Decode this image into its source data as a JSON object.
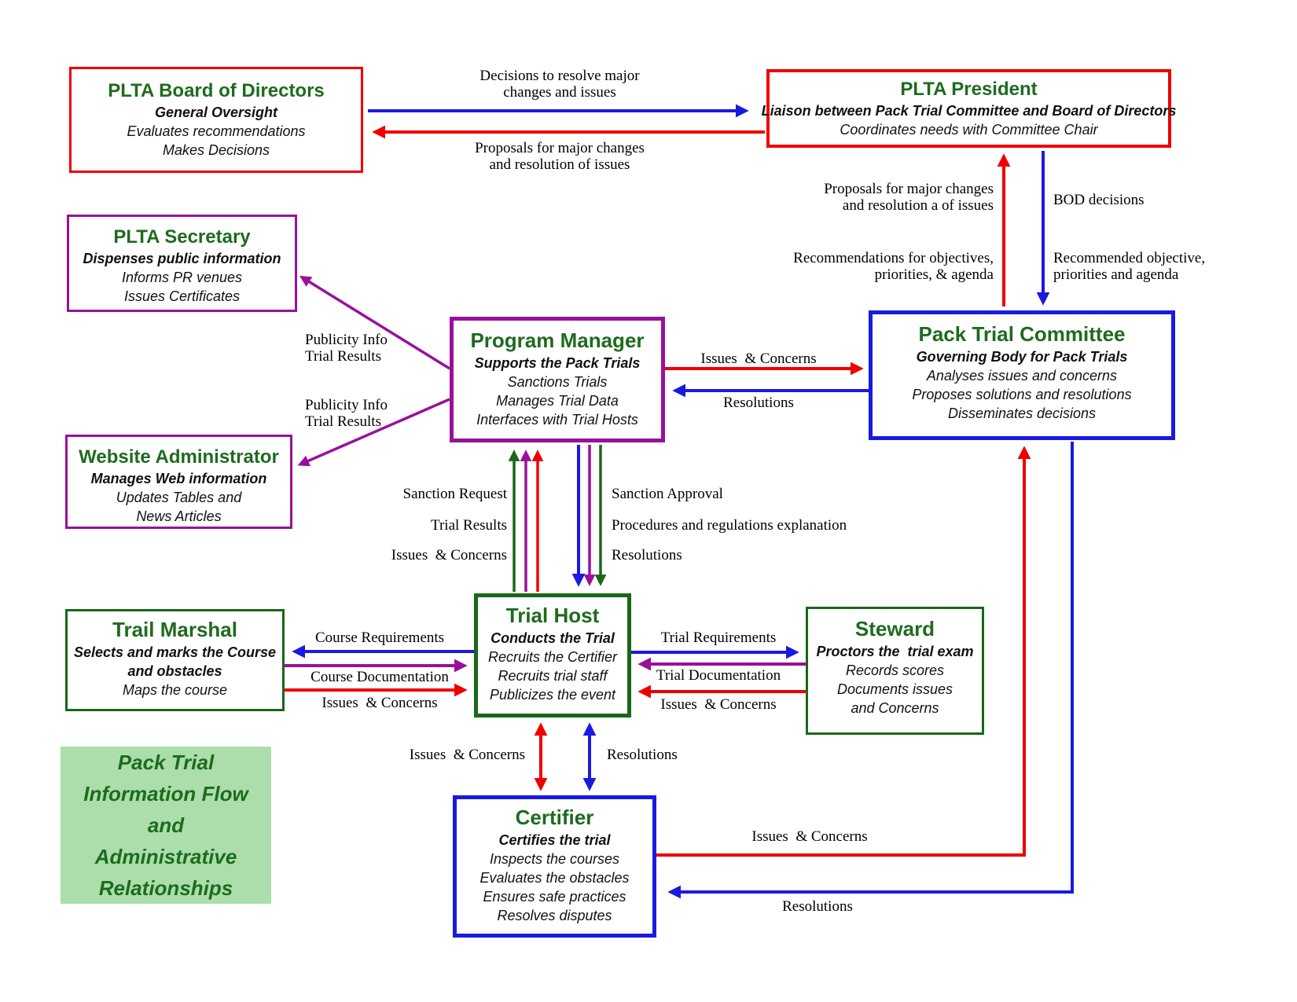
{
  "boxes": {
    "bod": {
      "title": "PLTA Board of Directors",
      "subtitle": "General Oversight",
      "line1": "Evaluates recommendations",
      "line2": "Makes Decisions"
    },
    "president": {
      "title": "PLTA President",
      "subtitle": "Liaison between Pack Trial Committee and Board of Directors",
      "line1": "Coordinates needs with Committee Chair"
    },
    "secretary": {
      "title": "PLTA Secretary",
      "subtitle": "Dispenses public information",
      "line1": "Informs PR venues",
      "line2": "Issues Certificates"
    },
    "program_manager": {
      "title": "Program Manager",
      "subtitle": "Supports the Pack Trials",
      "line1": "Sanctions Trials",
      "line2": "Manages Trial Data",
      "line3": "Interfaces with Trial Hosts"
    },
    "committee": {
      "title": "Pack Trial Committee",
      "subtitle": "Governing Body for Pack Trials",
      "line1": "Analyses issues and concerns",
      "line2": "Proposes solutions and resolutions",
      "line3": "Disseminates decisions"
    },
    "webadmin": {
      "title": "Website Administrator",
      "subtitle": "Manages Web information",
      "line1": "Updates Tables and",
      "line2": "News Articles"
    },
    "trail_marshal": {
      "title": "Trail Marshal",
      "subtitle": "Selects and marks the Course\nand obstacles",
      "line1": "Maps the course"
    },
    "trial_host": {
      "title": "Trial Host",
      "subtitle": "Conducts the Trial",
      "line1": "Recruits the Certifier",
      "line2": "Recruits trial staff",
      "line3": "Publicizes the event"
    },
    "steward": {
      "title": "Steward",
      "subtitle": "Proctors the  trial exam",
      "line1": "Records scores",
      "line2": "Documents issues",
      "line3": "and Concerns"
    },
    "certifier": {
      "title": "Certifier",
      "subtitle": "Certifies the trial",
      "line1": "Inspects the courses",
      "line2": "Evaluates the obstacles",
      "line3": "Ensures safe practices",
      "line4": "Resolves disputes"
    }
  },
  "legend": {
    "text": "Pack Trial\nInformation Flow\nand\nAdministrative\nRelationships"
  },
  "labels": {
    "decisions": "Decisions to resolve major\nchanges and issues",
    "proposals_top": "Proposals for major changes\nand resolution of issues",
    "proposals_right": "Proposals for major changes\nand resolution a of issues",
    "recommendations": "Recommendations for objectives,\npriorities, & agenda",
    "bod_decisions": "BOD decisions",
    "recommended": "Recommended objective,\npriorities and agenda",
    "publicity1": "Publicity Info\nTrial Results",
    "publicity2": "Publicity Info\nTrial Results",
    "issues_pm": "Issues  & Concerns",
    "resolutions_pm": "Resolutions",
    "sanction_request": "Sanction Request",
    "trial_results": "Trial Results",
    "issues_left": "Issues  & Concerns",
    "sanction_approval": "Sanction Approval",
    "procedures": "Procedures and regulations explanation",
    "resolutions_right": "Resolutions",
    "course_requirements": "Course Requirements",
    "course_documentation": "Course Documentation",
    "issues_tm": "Issues  & Concerns",
    "trial_requirements": "Trial Requirements",
    "trial_documentation": "Trial Documentation",
    "issues_steward": "Issues  & Concerns",
    "issues_certifier": "Issues  & Concerns",
    "resolutions_certifier": "Resolutions",
    "issues_bottom": "Issues  & Concerns",
    "resolutions_bottom": "Resolutions"
  },
  "colors": {
    "red": "#EE0000",
    "blue": "#1A1ADF",
    "purple": "#9A109A",
    "green": "#186818",
    "title_green": "#1E6B1E",
    "legend_bg": "#ABDEAB"
  }
}
